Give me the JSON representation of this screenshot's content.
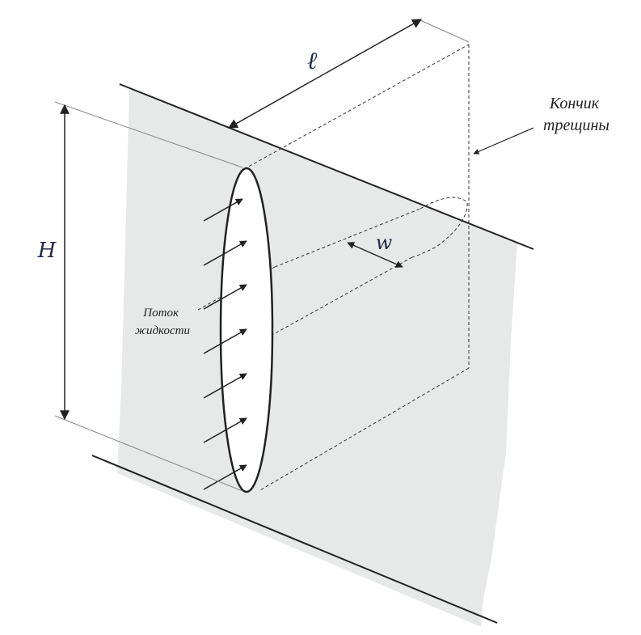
{
  "labels": {
    "length": "ℓ",
    "height": "H",
    "width": "w",
    "tip": [
      "Кончик",
      "трещины"
    ],
    "flow": [
      "Поток",
      "жидкости"
    ]
  },
  "colors": {
    "plane_fill": "#e7e8e8",
    "line": "#222222",
    "dim_line": "#666666"
  }
}
